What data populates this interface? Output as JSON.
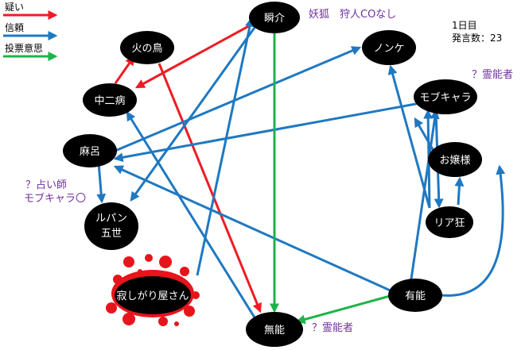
{
  "legend": [
    {
      "label": "疑い",
      "color": "#ee1c24"
    },
    {
      "label": "信頼",
      "color": "#1f78c1"
    },
    {
      "label": "投票意思",
      "color": "#1db34a"
    }
  ],
  "info": {
    "day": "1日目",
    "speech_count": "発言数：23"
  },
  "nodes": {
    "shunsuke": "瞬介",
    "hinotori": "火の鳥",
    "chuunibyou": "中二病",
    "mahjong": "麻呂",
    "lupin": [
      "ルパン",
      "五世"
    ],
    "sabishigari": "寂しがり屋さん",
    "munou": "無能",
    "nonke": "ノンケ",
    "mobukyara": "モブキャラ",
    "ojousama": "お嬢様",
    "riakyou": "リア狂",
    "yuunou": "有能"
  },
  "annotations": {
    "shunsuke": "妖狐　狩人COなし",
    "mahjong": [
      "？占い師",
      "モブキャラ〇"
    ],
    "mobukyara": "？霊能者",
    "munou": "？霊能者"
  },
  "colors": {
    "suspicion": "#ee1c24",
    "trust": "#1f78c1",
    "vote": "#1db34a",
    "node_fill": "#000000",
    "node_text": "#ffffff",
    "annotation": "#7030a0",
    "blood": "#e8141c"
  }
}
